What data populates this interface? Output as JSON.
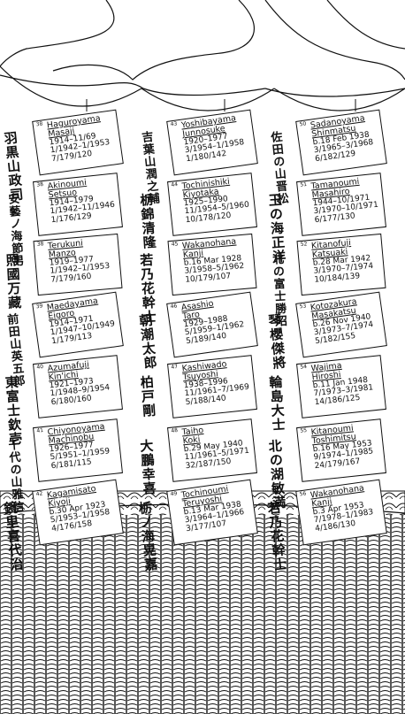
{
  "columns": [
    {
      "wrestlers": [
        {
          "num": "38",
          "romaji": [
            "Haguroyama",
            "Masaji"
          ],
          "info": [
            "1914–11/69",
            "1/1942–1/1953",
            "7/179/120"
          ],
          "kanji": "羽黒山政司"
        },
        {
          "num": "38",
          "romaji": [
            "Akinoumi",
            "Setsuo"
          ],
          "info": [
            "1914–1979",
            "1/1942–11/1946",
            "1/176/129"
          ],
          "kanji": "安藝ノ海節男"
        },
        {
          "num": "38",
          "romaji": [
            "Terukuni",
            "Manzo"
          ],
          "info": [
            "1919–1977",
            "1/1942–1/1953",
            "7/179/160"
          ],
          "kanji": "照國万藏"
        },
        {
          "num": "39",
          "romaji": [
            "Maedayama",
            "Eigoro"
          ],
          "info": [
            "1914–1971",
            "1/1947–10/1949",
            "1/179/113"
          ],
          "kanji": "前田山英五郎"
        },
        {
          "num": "40",
          "romaji": [
            "Azumafuji",
            "Kin'ichi"
          ],
          "info": [
            "1921–1973",
            "1/1948–9/1954",
            "6/180/160"
          ],
          "kanji": "東富士欽壱"
        },
        {
          "num": "41",
          "romaji": [
            "Chiyonoyama",
            "Machinobu"
          ],
          "info": [
            "1926–1977",
            "5/1951–1/1959",
            "6/181/115"
          ],
          "kanji": "千代の山雅信"
        },
        {
          "num": "42",
          "romaji": [
            "Kagamisato",
            "Kiyoji"
          ],
          "info": [
            "b.30 Apr 1923",
            "5/1953–1/1958",
            "4/176/158"
          ],
          "kanji": "鏡里喜代治"
        }
      ]
    },
    {
      "wrestlers": [
        {
          "num": "43",
          "romaji": [
            "Yoshibayama",
            "Junnosuke"
          ],
          "info": [
            "1920–1977",
            "3/1954–1/1958",
            "1/180/142"
          ],
          "kanji": "吉葉山潤之輔"
        },
        {
          "num": "44",
          "romaji": [
            "Tochinishiki",
            "Kiyotaka"
          ],
          "info": [
            "1925–1990",
            "11/1954–5/1960",
            "10/178/120"
          ],
          "kanji": "栃錦清隆"
        },
        {
          "num": "45",
          "romaji": [
            "Wakanohana",
            "Kanji"
          ],
          "info": [
            "b.16 Mar 1928",
            "3/1958–5/1962",
            "10/179/107"
          ],
          "kanji": "若乃花幹士"
        },
        {
          "num": "46",
          "romaji": [
            "Asashio",
            "Taro"
          ],
          "info": [
            "1929–1988",
            "5/1959–1/1962",
            "5/189/140"
          ],
          "kanji": "朝潮太郎"
        },
        {
          "num": "47",
          "romaji": [
            "Kashiwado",
            "Tsuyoshi"
          ],
          "info": [
            "1938–1996",
            "11/1961–7/1969",
            "5/188/140"
          ],
          "kanji": "柏戸剛"
        },
        {
          "num": "48",
          "romaji": [
            "Taiho",
            "Koki"
          ],
          "info": [
            "b.29 May 1940",
            "11/1961–5/1971",
            "32/187/150"
          ],
          "kanji": "大鵬幸喜"
        },
        {
          "num": "49",
          "romaji": [
            "Tochinoumi",
            "Teruyoshi"
          ],
          "info": [
            "b.13 Mar 1938",
            "3/1964–1/1966",
            "3/177/107"
          ],
          "kanji": "栃ノ海晃嘉"
        }
      ]
    },
    {
      "wrestlers": [
        {
          "num": "50",
          "romaji": [
            "Sadanoyama",
            "Shinmatsu"
          ],
          "info": [
            "b.18 Feb 1938",
            "3/1965–3/1968",
            "6/182/129"
          ],
          "kanji": "佐田の山晋松"
        },
        {
          "num": "51",
          "romaji": [
            "Tamanoumi",
            "Masahiro"
          ],
          "info": [
            "1944–10/1971",
            "3/1970–10/1971",
            "6/177/130"
          ],
          "kanji": "玉の海正洋"
        },
        {
          "num": "52",
          "romaji": [
            "Kitanofuji",
            "Katsuaki"
          ],
          "info": [
            "b.28 Mar 1942",
            "3/1970–7/1974",
            "10/184/139"
          ],
          "kanji": "北の富士勝昭"
        },
        {
          "num": "53",
          "romaji": [
            "Kotozakura",
            "Masakatsu"
          ],
          "info": [
            "b.26 Nov 1940",
            "3/1973–7/1974",
            "5/182/155"
          ],
          "kanji": "琴櫻傑將"
        },
        {
          "num": "54",
          "romaji": [
            "Wajima",
            "Hiroshi"
          ],
          "info": [
            "b.11 Jan 1948",
            "7/1973–3/1981",
            "14/186/125"
          ],
          "kanji": "輪島大士"
        },
        {
          "num": "55",
          "romaji": [
            "Kitanoumi",
            "Toshimitsu"
          ],
          "info": [
            "b.16 May 1953",
            "9/1974–1/1985",
            "24/179/167"
          ],
          "kanji": "北の湖敏満"
        },
        {
          "num": "56",
          "romaji": [
            "Wakanohana",
            "Kanji"
          ],
          "info": [
            "b.3 Apr 1953",
            "7/1978–1/1983",
            "4/186/130"
          ],
          "kanji": "若乃花幹士"
        }
      ]
    }
  ]
}
